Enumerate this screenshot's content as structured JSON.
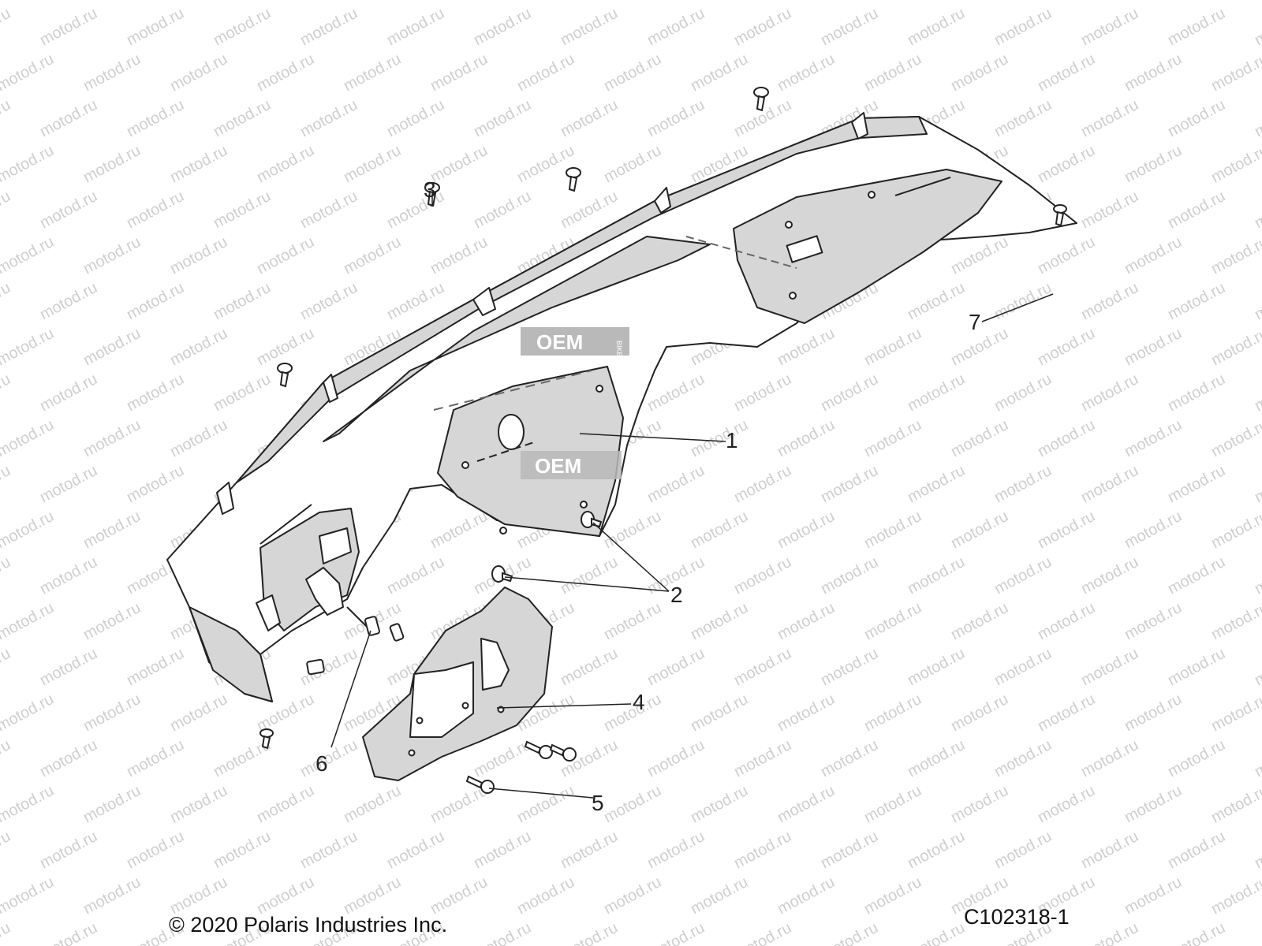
{
  "watermark": {
    "text": "motod.ru",
    "logo_text": "OEM",
    "logo_subtext": "BIKE"
  },
  "callouts": [
    "1",
    "2",
    "3",
    "4",
    "5",
    "6",
    "7"
  ],
  "footer": {
    "copyright": "© 2020 Polaris Industries Inc.",
    "drawing_number": "C102318-1"
  },
  "colors": {
    "line": "#222222",
    "shade": "#d6d6d6",
    "watermark": "#cfcfcf"
  }
}
